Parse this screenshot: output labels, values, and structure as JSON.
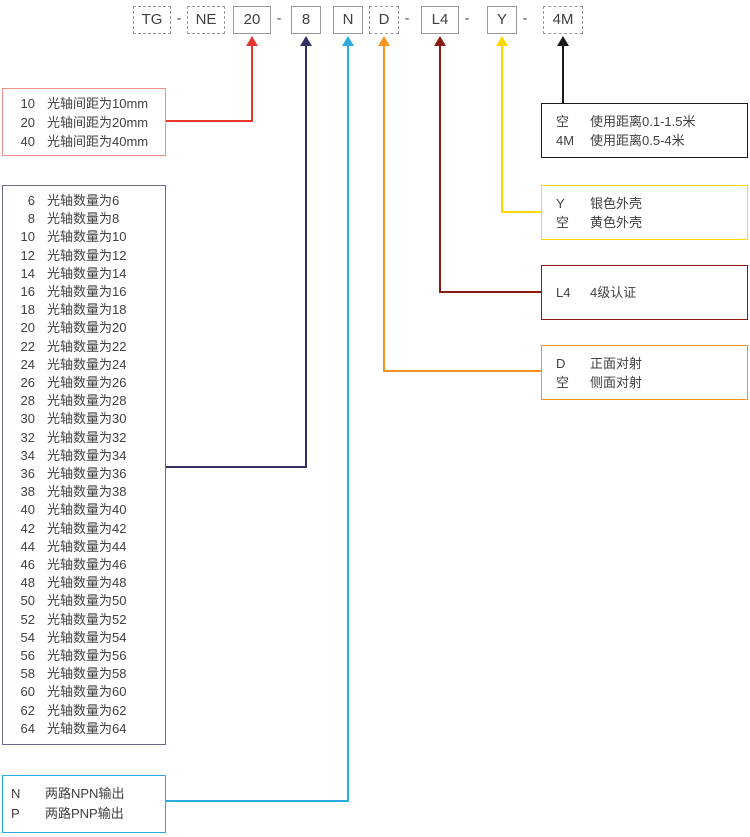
{
  "model_code": {
    "prefix": "TG",
    "series": "NE",
    "pitch": "20",
    "count": "8",
    "output": "N",
    "direction": "D",
    "cert": "L4",
    "housing": "Y",
    "distance": "4M",
    "dash": "-"
  },
  "legends": {
    "pitch": {
      "rows": [
        {
          "code": "10",
          "desc": "光轴间距为10mm"
        },
        {
          "code": "20",
          "desc": "光轴间距为20mm"
        },
        {
          "code": "40",
          "desc": "光轴间距为40mm"
        }
      ]
    },
    "count": {
      "rows": [
        {
          "code": "6",
          "desc": "光轴数量为6"
        },
        {
          "code": "8",
          "desc": "光轴数量为8"
        },
        {
          "code": "10",
          "desc": "光轴数量为10"
        },
        {
          "code": "12",
          "desc": "光轴数量为12"
        },
        {
          "code": "14",
          "desc": "光轴数量为14"
        },
        {
          "code": "16",
          "desc": "光轴数量为16"
        },
        {
          "code": "18",
          "desc": "光轴数量为18"
        },
        {
          "code": "20",
          "desc": "光轴数量为20"
        },
        {
          "code": "22",
          "desc": "光轴数量为22"
        },
        {
          "code": "24",
          "desc": "光轴数量为24"
        },
        {
          "code": "26",
          "desc": "光轴数量为26"
        },
        {
          "code": "28",
          "desc": "光轴数量为28"
        },
        {
          "code": "30",
          "desc": "光轴数量为30"
        },
        {
          "code": "32",
          "desc": "光轴数量为32"
        },
        {
          "code": "34",
          "desc": "光轴数量为34"
        },
        {
          "code": "36",
          "desc": "光轴数量为36"
        },
        {
          "code": "38",
          "desc": "光轴数量为38"
        },
        {
          "code": "40",
          "desc": "光轴数量为40"
        },
        {
          "code": "42",
          "desc": "光轴数量为42"
        },
        {
          "code": "44",
          "desc": "光轴数量为44"
        },
        {
          "code": "46",
          "desc": "光轴数量为46"
        },
        {
          "code": "48",
          "desc": "光轴数量为48"
        },
        {
          "code": "50",
          "desc": "光轴数量为50"
        },
        {
          "code": "52",
          "desc": "光轴数量为52"
        },
        {
          "code": "54",
          "desc": "光轴数量为54"
        },
        {
          "code": "56",
          "desc": "光轴数量为56"
        },
        {
          "code": "58",
          "desc": "光轴数量为58"
        },
        {
          "code": "60",
          "desc": "光轴数量为60"
        },
        {
          "code": "62",
          "desc": "光轴数量为62"
        },
        {
          "code": "64",
          "desc": "光轴数量为64"
        }
      ]
    },
    "output": {
      "rows": [
        {
          "code": "N",
          "desc": "两路NPN输出"
        },
        {
          "code": "P",
          "desc": "两路PNP输出"
        }
      ]
    },
    "distance": {
      "rows": [
        {
          "code": "空",
          "desc": "使用距离0.1-1.5米"
        },
        {
          "code": "4M",
          "desc": "使用距离0.5-4米"
        }
      ]
    },
    "housing": {
      "rows": [
        {
          "code": "Y",
          "desc": "银色外壳"
        },
        {
          "code": "空",
          "desc": "黄色外壳"
        }
      ]
    },
    "cert": {
      "rows": [
        {
          "code": "L4",
          "desc": "4级认证"
        }
      ]
    },
    "direction": {
      "rows": [
        {
          "code": "D",
          "desc": "正面对射"
        },
        {
          "code": "空",
          "desc": "侧面对射"
        }
      ]
    }
  },
  "colors": {
    "green": "#3bb44a",
    "teal": "#00a8a0",
    "red": "#e8382d",
    "redlight": "#f0908d",
    "navy": "#343264",
    "navylight": "#6b6a88",
    "cyan": "#2aabe2",
    "orange": "#f7931e",
    "darkred": "#8b1a10",
    "yellow": "#ffd800",
    "black": "#1a1a1a"
  }
}
